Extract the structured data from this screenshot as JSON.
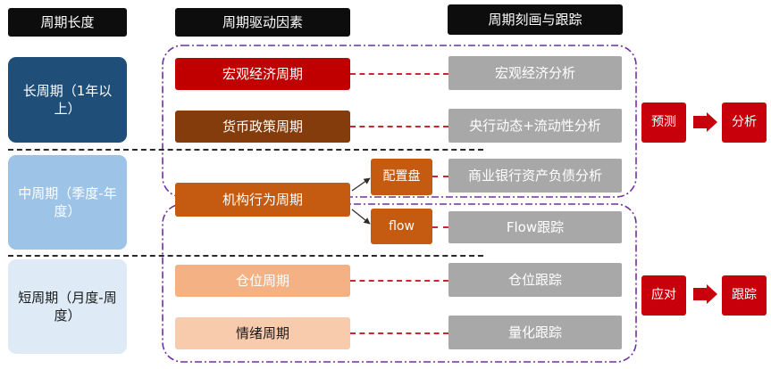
{
  "headers": {
    "length": "周期长度",
    "drivers": "周期驱动因素",
    "tracking": "周期刻画与跟踪"
  },
  "periods": {
    "long": "长周期（1年以上）",
    "medium": "中周期（季度-年度）",
    "short": "短周期（月度-周度）"
  },
  "drivers": {
    "macro": "宏观经济周期",
    "monetary": "货币政策周期",
    "institution": "机构行为周期",
    "allocation": "配置盘",
    "flow": "flow",
    "position": "仓位周期",
    "sentiment": "情绪周期"
  },
  "tracking": {
    "macro": "宏观经济分析",
    "central_bank": "央行动态+流动性分析",
    "bank_balance": "商业银行资产负债分析",
    "flow": "Flow跟踪",
    "position": "仓位跟踪",
    "quant": "量化跟踪"
  },
  "actions": {
    "forecast": "预测",
    "analysis": "分析",
    "respond": "应对",
    "follow": "跟踪"
  },
  "colors": {
    "macro_red": "#c00000",
    "monetary_brown": "#843c0c",
    "institution_orange": "#c55a11",
    "light_orange": "#f4b183",
    "track_gray": "#a8a8a8",
    "action_red": "#c8000b",
    "long_blue": "#1f4e79",
    "medium_blue": "#9dc3e6",
    "short_blue": "#deebf7",
    "group_purple": "#7030a0"
  }
}
